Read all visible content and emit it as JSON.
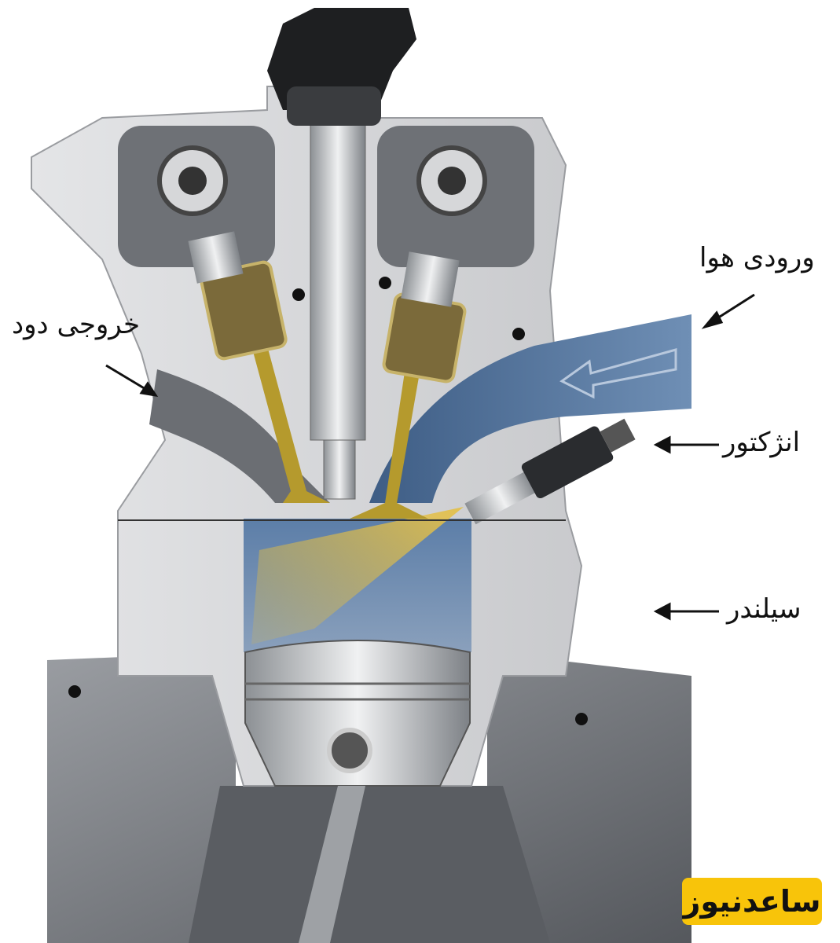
{
  "diagram": {
    "labels": {
      "air_intake": "ورودی هوا",
      "exhaust": "خروجی دود",
      "injector": "انژکتور",
      "cylinder": "سیلندر"
    },
    "logo": "ساعدنیوز",
    "colors": {
      "engine_body": "#8a8d92",
      "cut_face": "#d9dadc",
      "intake_air": "#4f6f96",
      "fuel_spray": "#d9b646",
      "logo_bg": "#f8c40a"
    }
  }
}
